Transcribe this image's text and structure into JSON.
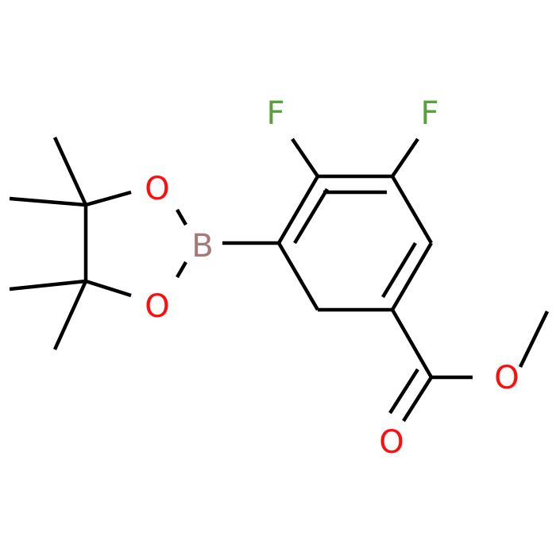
{
  "molecule": {
    "atoms": {
      "F1": {
        "symbol": "F",
        "color": "#5aa13b"
      },
      "F2": {
        "symbol": "F",
        "color": "#5aa13b"
      },
      "B": {
        "symbol": "B",
        "color": "#a87878"
      },
      "O1": {
        "symbol": "O",
        "color": "#ff0d0d"
      },
      "O2": {
        "symbol": "O",
        "color": "#ff0d0d"
      },
      "O3": {
        "symbol": "O",
        "color": "#ff0d0d"
      },
      "O4": {
        "symbol": "O",
        "color": "#ff0d0d"
      }
    },
    "bond_color": "#000000"
  }
}
